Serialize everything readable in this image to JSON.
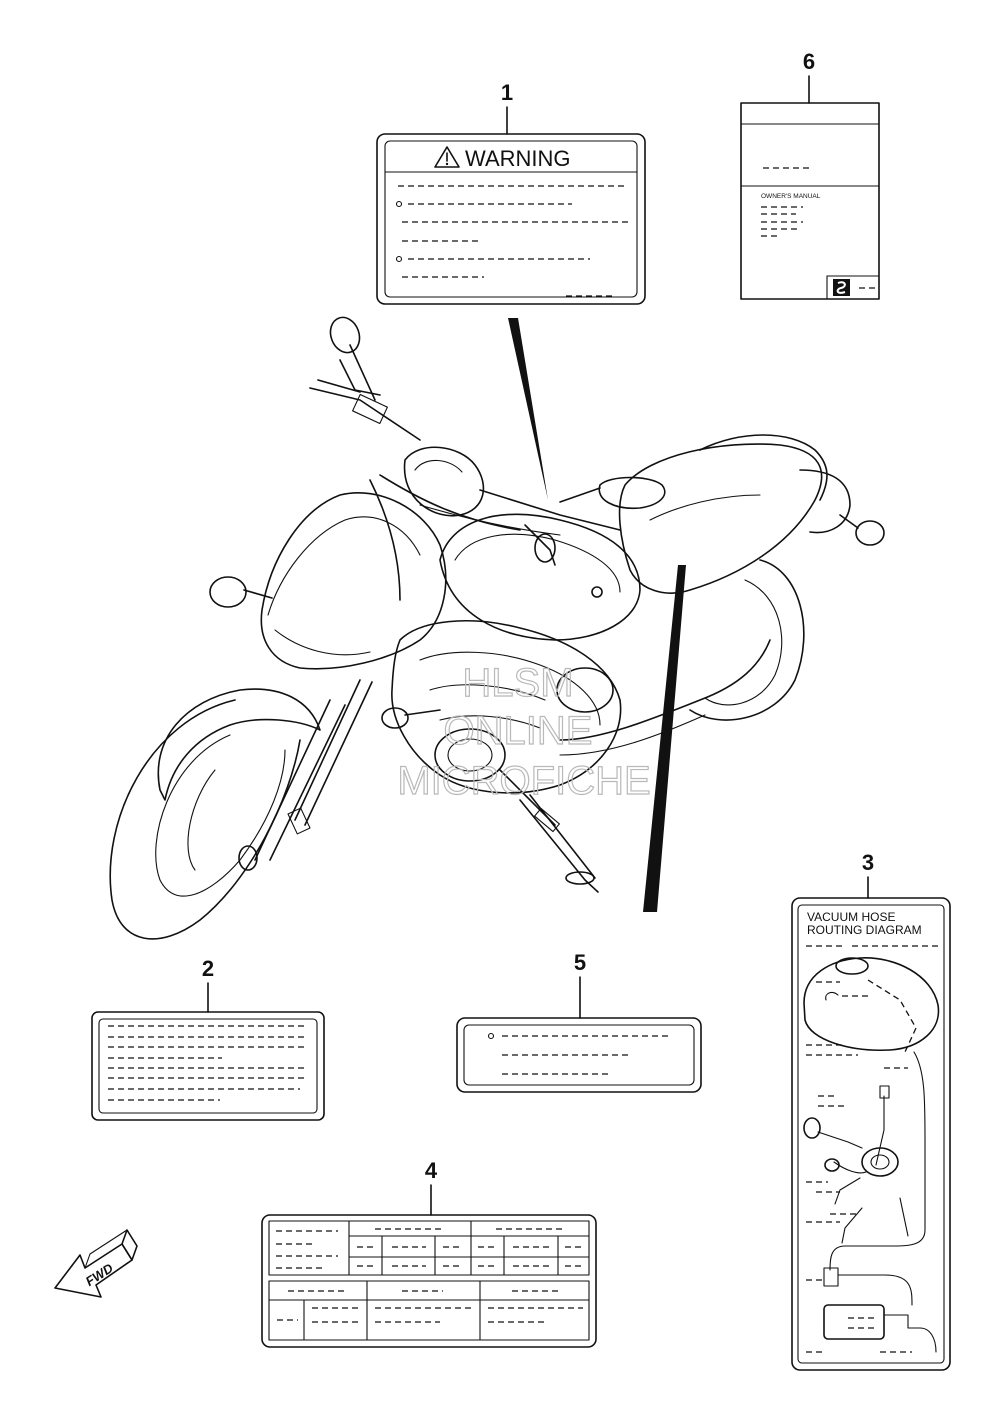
{
  "callouts": [
    "1",
    "2",
    "3",
    "4",
    "5",
    "6"
  ],
  "label_1": {
    "warning_text": "WARNING"
  },
  "label_3": {
    "title_line1": "VACUUM HOSE",
    "title_line2": "ROUTING DIAGRAM"
  },
  "label_6": {
    "manual_text": "OWNER'S MANUAL"
  },
  "fwd_text": "FWD",
  "watermark": {
    "line1": "HLSM",
    "line2": "ONLINE",
    "line3": "MICROFICHE"
  }
}
